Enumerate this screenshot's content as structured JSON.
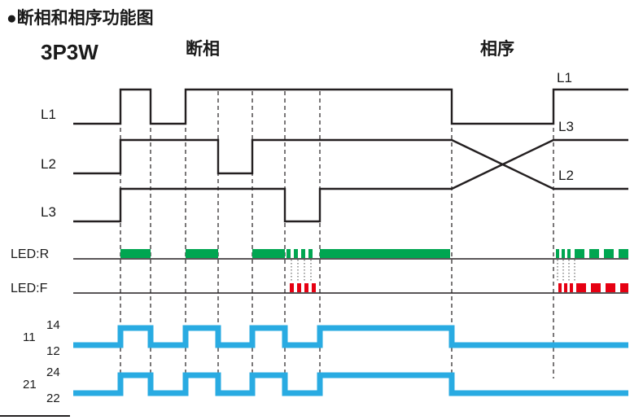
{
  "title": "●断相和相序功能图",
  "diagram": {
    "system_label": "3P3W",
    "sections": {
      "phase_loss": "断相",
      "phase_sequence": "相序"
    },
    "signals": {
      "l1": "L1",
      "l2": "L2",
      "l3": "L3",
      "led_r": "LED:R",
      "led_f": "LED:F"
    },
    "right_labels": {
      "top": "L1",
      "middle": "L3",
      "bottom": "L2"
    },
    "output1": {
      "common": "11",
      "no": "14",
      "nc": "12"
    },
    "output2": {
      "common": "21",
      "no": "24",
      "nc": "22"
    }
  },
  "colors": {
    "line": "#231f20",
    "green": "#00a651",
    "red": "#e60012",
    "blue": "#29abe2"
  }
}
